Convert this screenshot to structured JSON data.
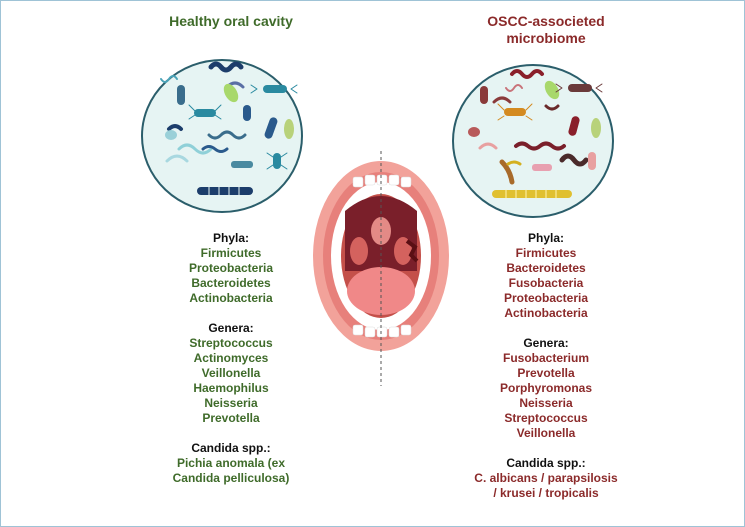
{
  "titles": {
    "left": "Healthy oral cavity",
    "right_line1": "OSCC-associeted",
    "right_line2": "microbiome"
  },
  "healthy": {
    "phyla_label": "Phyla:",
    "phyla": [
      "Firmicutes",
      "Proteobacteria",
      "Bacteroidetes",
      "Actinobacteria"
    ],
    "genera_label": "Genera:",
    "genera": [
      "Streptococcus",
      "Actinomyces",
      "Veillonella",
      "Haemophilus",
      "Neisseria",
      "Prevotella"
    ],
    "candida_label": "Candida spp.:",
    "candida": [
      "Pichia anomala (ex",
      "Candida pelliculosa)"
    ]
  },
  "oscc": {
    "phyla_label": "Phyla:",
    "phyla": [
      "Firmicutes",
      "Bacteroidetes",
      "Fusobacteria",
      "Proteobacteria",
      "Actinobacteria"
    ],
    "genera_label": "Genera:",
    "genera": [
      "Fusobacterium",
      "Prevotella",
      "Porphyromonas",
      "Neisseria",
      "Streptococcus",
      "Veillonella"
    ],
    "candida_label": "Candida spp.:",
    "candida": [
      "C. albicans / parapsilosis",
      "/ krusei / tropicalis"
    ]
  },
  "colors": {
    "healthy_text": "#3f6b2a",
    "oscc_text": "#8b2a2a",
    "circle_fill": "#e6f4f3",
    "circle_stroke": "#2b5e6b",
    "lip": "#f2a29a",
    "divider": "#555555"
  },
  "icons": {
    "left_circle": "healthy-microbiome-circle-icon",
    "right_circle": "oscc-microbiome-circle-icon",
    "mouth": "open-mouth-icon"
  }
}
